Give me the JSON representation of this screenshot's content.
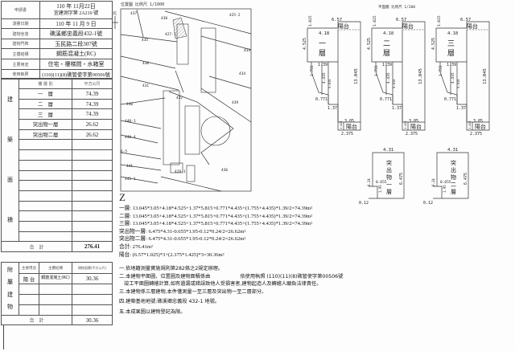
{
  "header": {
    "apply_label": "申請書",
    "apply_date": "110 年 11月22日",
    "apply_no": "宜建測字第 2A210 號",
    "survey_date_label": "測量日期",
    "survey_date": "110 年 11 月 9 日",
    "location_label": "建物坐落",
    "location": "礁溪鄉忠義段432-1號",
    "address_label": "建物門牌",
    "address": "玉民路二段307號",
    "structure_label": "主體結構",
    "structure": "鋼筋混凝土(RC)",
    "use_label": "主要用途",
    "use": "住宅・樓梯間・水箱室",
    "license_label": "使用執照",
    "license": "(110)(11)(8)礁管使字第00506號"
  },
  "floors": {
    "side_label": [
      "建",
      "築",
      "面",
      "積"
    ],
    "col_floor": "樓 層 別",
    "col_area": "平方公尺",
    "rows": [
      {
        "name": "一　層",
        "area": "74.39"
      },
      {
        "name": "二　層",
        "area": "74.39"
      },
      {
        "name": "三　層",
        "area": "74.39"
      },
      {
        "name": "突出物一層",
        "area": "26.62"
      },
      {
        "name": "突出物二層",
        "area": "26.62"
      }
    ],
    "total_label": "合　計",
    "total": "276.41"
  },
  "attached": {
    "side_label": [
      "附",
      "屬",
      "建",
      "物"
    ],
    "col_use": "主要用途",
    "col_struct": "主體結構",
    "col_area": "建物面積(平方公尺)",
    "rows": [
      {
        "use": "陽 台",
        "struct": "鋼筋混凝土(RC)",
        "area": "30.36"
      }
    ],
    "total_label": "合　計",
    "total": "30.36"
  },
  "site_plan": {
    "title": "位置圖 比例尺 1/1000",
    "north": "北",
    "parcels": [
      "437",
      "438",
      "425-2",
      "427-1",
      "435",
      "433",
      "430",
      "434",
      "431",
      "432",
      "439",
      "440",
      "440-1",
      "440-4",
      "6-5",
      "441",
      "441-1",
      "436",
      "428-1"
    ]
  },
  "floor_plan": {
    "title": "平面圖 比例尺 1/200",
    "plans": [
      {
        "name": [
          "一",
          "層"
        ]
      },
      {
        "name": [
          "二",
          "層"
        ]
      },
      {
        "name": [
          "三",
          "層"
        ]
      }
    ],
    "dims": {
      "top": "6.57",
      "left_top": "1.025",
      "inner": "4.18",
      "left": "4.525",
      "step": "1.39",
      "diag": "1.755",
      "inner_v": "4.435",
      "inner_v2": "5.815",
      "d1": "0.771",
      "d2": "1.37",
      "height": "13.045",
      "bal_w": "3.05",
      "bal_h": "1.425",
      "bot": "2.375"
    },
    "balcony": "陽台",
    "protrusions": [
      {
        "name": [
          "突",
          "出",
          "物",
          "一",
          "層"
        ]
      },
      {
        "name": [
          "突",
          "出",
          "物",
          "二",
          "層"
        ]
      }
    ],
    "pdims": {
      "top": "4.31",
      "right": "6.475",
      "notch": "0.655",
      "nv": "1.95",
      "left": "0.24",
      "bottom": "0.12"
    }
  },
  "calc": {
    "north_mark": "Z",
    "lines": [
      "一層: 13.045*3.05+4.18*4.525+1.37*5.815+0.771*4.435+(1.755+4.435)*1.39/2=74.39m²",
      "二層: 13.045*3.05+4.18*4.525+1.37*5.815+0.771*4.435+(1.755+4.435)*1.39/2=74.39m²",
      "三層: 13.045*3.05+4.18*4.525+1.37*5.815+0.771*4.435+(1.755+4.435)*1.39/2=74.39m²",
      "突出物一層: 6.475*4.31-0.655*1.95-0.12*0.24/2=26.62m²",
      "突出物二層: 6.475*4.31-0.655*1.95-0.12*0.24/2=26.62m²",
      "合計: 276.41m²",
      "陽台: (6.57*1.025)*3+(2.375*1.425)*3=30.36m²"
    ]
  },
  "notes": [
    "一.依地籍測量實施規則第282條之2規定辦理。",
    "二.本建物平面圖、位置圖及建物面積係由　　　　　　依使用執照 (110)(11)(8)礁管使字第00506號",
    "　竣工平面圖轉繪計算,如有遺漏或錯誤致他人受損害者,建物起造人及轉繪人願負法律責任。",
    "三.本建物係三層建物,本件僅測量一至三層及突出物一至二層部分。",
    "四.建築基地地號:礁溪鄉忠義段 432-1 地號。",
    "五.本成果圖以建物登記為限。"
  ]
}
